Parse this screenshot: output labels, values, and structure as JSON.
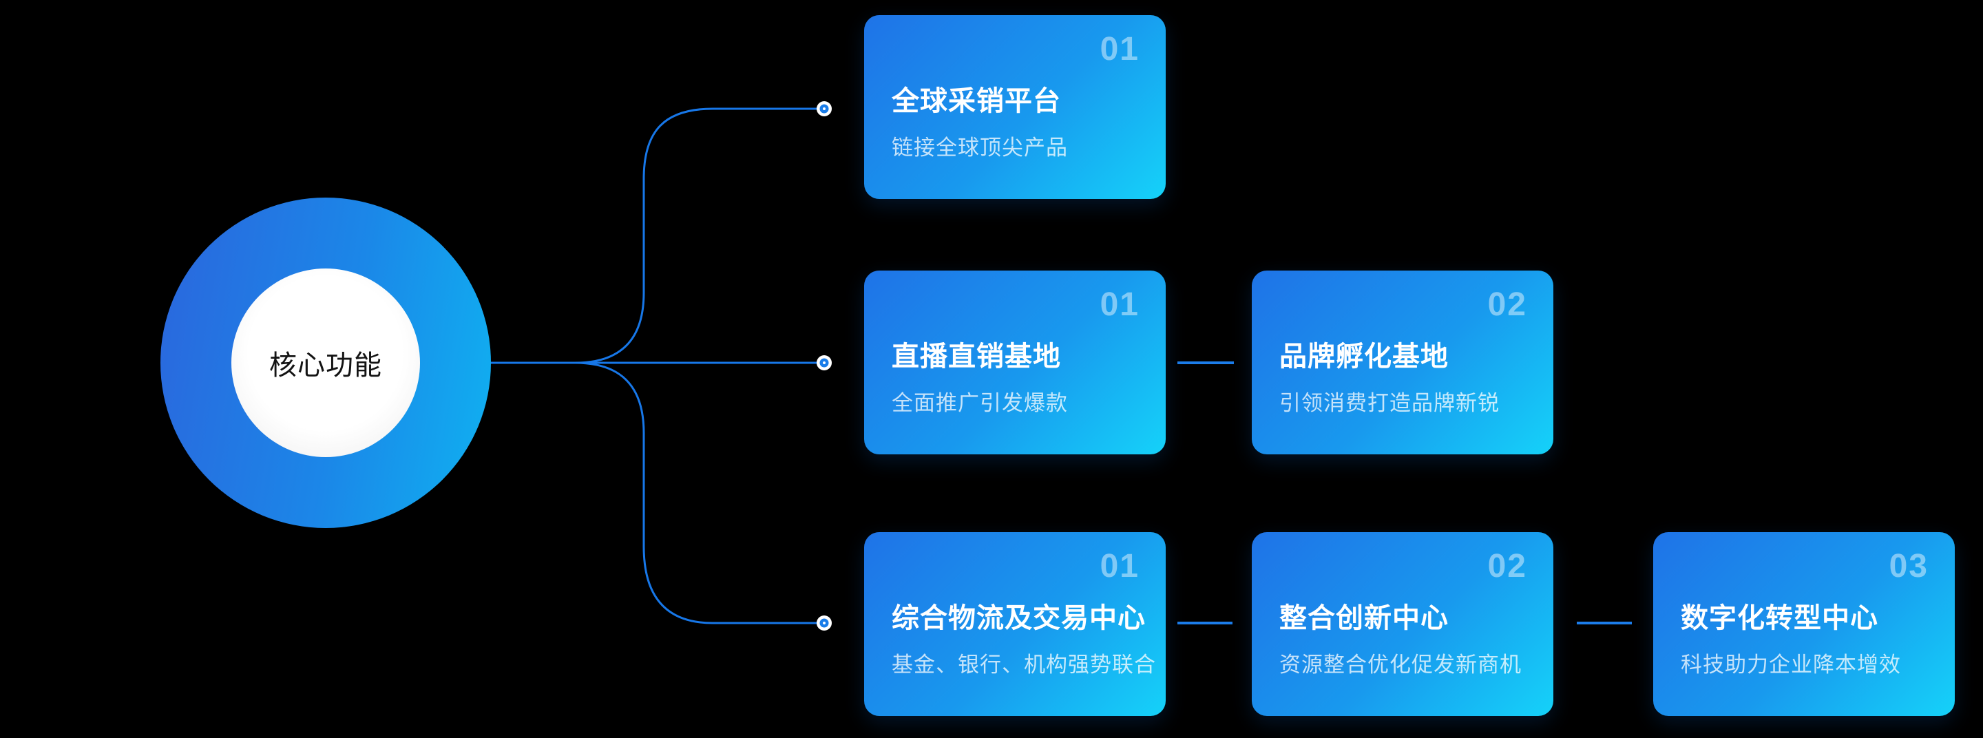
{
  "diagram": {
    "title_hint": "core-functions-mindmap",
    "center": {
      "label": "核心功能"
    },
    "cards": [
      {
        "number": "01",
        "title": "全球采销平台",
        "subtitle": "链接全球顶尖产品",
        "row": 1,
        "col": 1
      },
      {
        "number": "01",
        "title": "直播直销基地",
        "subtitle": "全面推广引发爆款",
        "row": 2,
        "col": 1
      },
      {
        "number": "02",
        "title": "品牌孵化基地",
        "subtitle": "引领消费打造品牌新锐",
        "row": 2,
        "col": 2
      },
      {
        "number": "01",
        "title": "综合物流及交易中心",
        "subtitle": "基金、银行、机构强势联合",
        "row": 3,
        "col": 1
      },
      {
        "number": "02",
        "title": "整合创新中心",
        "subtitle": "资源整合优化促发新商机",
        "row": 3,
        "col": 2
      },
      {
        "number": "03",
        "title": "数字化转型中心",
        "subtitle": "科技助力企业降本增效",
        "row": 3,
        "col": 3
      }
    ],
    "colors": {
      "background": "#000000",
      "card_gradient_start": "#1f73e7",
      "card_gradient_end": "#15d2f9",
      "hub_gradient_start": "#2b66dd",
      "hub_gradient_end": "#0fb2f1",
      "hub_inner": "#ffffff",
      "hub_text": "#141414",
      "connector_line": "#1777e8",
      "card_number_text": "rgba(255,255,255,0.45)",
      "card_title_text": "#ffffff",
      "card_subtitle_text": "rgba(255,255,255,0.75)"
    }
  }
}
